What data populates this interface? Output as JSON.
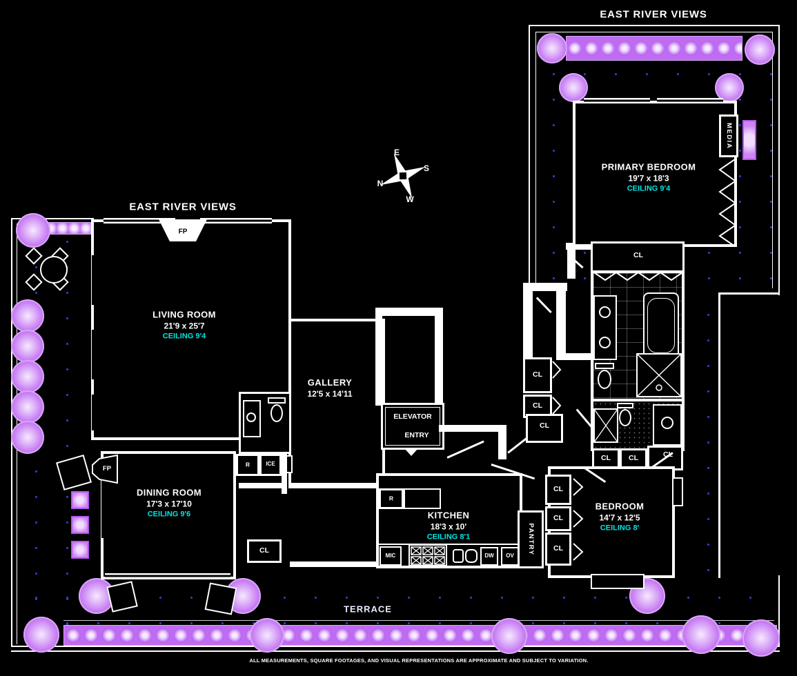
{
  "page": {
    "view_label": "EAST RIVER VIEWS",
    "terrace_label": "TERRACE",
    "disclaimer": "ALL MEASUREMENTS, SQUARE FOOTAGES, AND VISUAL REPRESENTATIONS ARE APPROXIMATE AND SUBJECT TO VARIATION."
  },
  "compass": {
    "n": "N",
    "e": "E",
    "s": "S",
    "w": "W"
  },
  "rooms": {
    "living_room": {
      "name": "LIVING ROOM",
      "dims": "21'9 x 25'7",
      "ceiling": "CEILING 9'4"
    },
    "dining_room": {
      "name": "DINING ROOM",
      "dims": "17'3 x 17'10",
      "ceiling": "CEILING 9'6"
    },
    "gallery": {
      "name": "GALLERY",
      "dims": "12'5 x 14'11"
    },
    "kitchen": {
      "name": "KITCHEN",
      "dims": "18'3 x 10'",
      "ceiling": "CEILING 8'1"
    },
    "primary_bedroom": {
      "name": "PRIMARY BEDROOM",
      "dims": "19'7 x 18'3",
      "ceiling": "CEILING 9'4"
    },
    "bedroom": {
      "name": "BEDROOM",
      "dims": "14'7 x 12'5",
      "ceiling": "CEILING 8'"
    },
    "elevator": {
      "name": "ELEVATOR",
      "entry": "ENTRY"
    },
    "pantry": {
      "name": "PANTRY"
    },
    "media": {
      "name": "MEDIA"
    }
  },
  "fixtures": {
    "closet": "CL",
    "fireplace": "FP",
    "refrigerator": "R",
    "ice_maker": "ICE",
    "microwave": "MIC",
    "dishwasher": "DW",
    "oven": "OV"
  },
  "colors": {
    "background": "#000000",
    "walls": "#FFFFFF",
    "ceiling_text": "#00E6E6",
    "plants": "#C77DF3",
    "hedge": "#BF6CF2",
    "terrace_dots": "#3B3BD8"
  }
}
